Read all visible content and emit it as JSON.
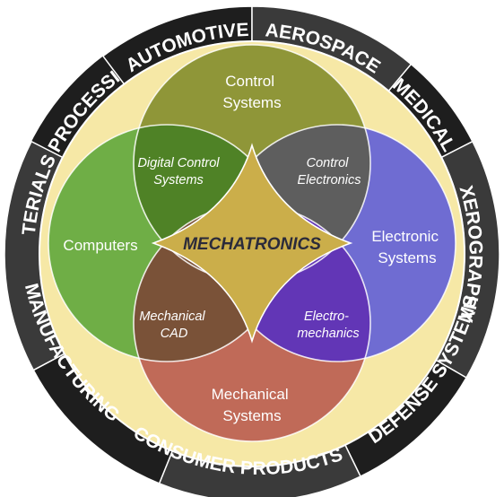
{
  "ring_labels": [
    "AUTOMOTIVE",
    "AEROSPACE",
    "MEDICAL",
    "XEROGRAPHY",
    "DEFENSE SYSTEMS",
    "CONSUMER PRODUCTS",
    "MANUFACTURING",
    "MATERIALS PROCESSING"
  ],
  "circles": {
    "control": {
      "line1": "Control",
      "line2": "Systems"
    },
    "computers": {
      "line1": "Computers"
    },
    "electronic": {
      "line1": "Electronic",
      "line2": "Systems"
    },
    "mechanical": {
      "line1": "Mechanical",
      "line2": "Systems"
    }
  },
  "intersections": {
    "digital_control": {
      "line1": "Digital Control",
      "line2": "Systems"
    },
    "control_electronics": {
      "line1": "Control",
      "line2": "Electronics"
    },
    "mechanical_cad": {
      "line1": "Mechanical",
      "line2": "CAD"
    },
    "electromechanics": {
      "line1": "Electro-",
      "line2": "mechanics"
    }
  },
  "center": {
    "label": "MECHATRONICS"
  },
  "colors": {
    "ring_dark": "#1e1e1e",
    "ring_mid": "#3a3a3a",
    "ring_text": "#ffffff",
    "inner_fill": "#f6e8a6",
    "control": "#8f9638",
    "computers": "#6fae46",
    "electronic": "#6f6cd2",
    "mechanical": "#c06a58",
    "digital_control": "#4f8226",
    "control_electronics": "#5e5e5e",
    "mechanical_cad": "#7a5238",
    "electromechanics": "#6236b6",
    "center": "#cbae4a"
  }
}
